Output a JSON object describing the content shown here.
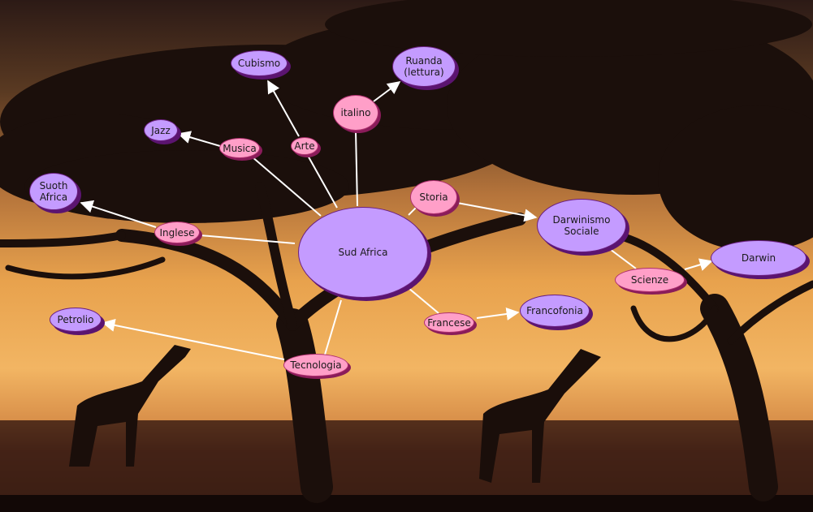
{
  "diagram": {
    "center": "Sud Africa",
    "nodes": {
      "cubismo": "Cubismo",
      "ruanda": "Ruanda\n(lettura)",
      "italino": "italino",
      "jazz": "Jazz",
      "musica": "Musica",
      "arte": "Arte",
      "suoth_africa": "Suoth\nAfrica",
      "inglese": "Inglese",
      "storia": "Storia",
      "darwinismo": "Darwinismo\nSociale",
      "darwin": "Darwin",
      "scienze": "Scienze",
      "francese": "Francese",
      "francofonia": "Francofonia",
      "petrolio": "Petrolio",
      "tecnologia": "Tecnologia"
    }
  },
  "colors": {
    "violet_node": "#c49bff",
    "pink_node": "#ff9fc8",
    "connector": "#ffffff"
  }
}
